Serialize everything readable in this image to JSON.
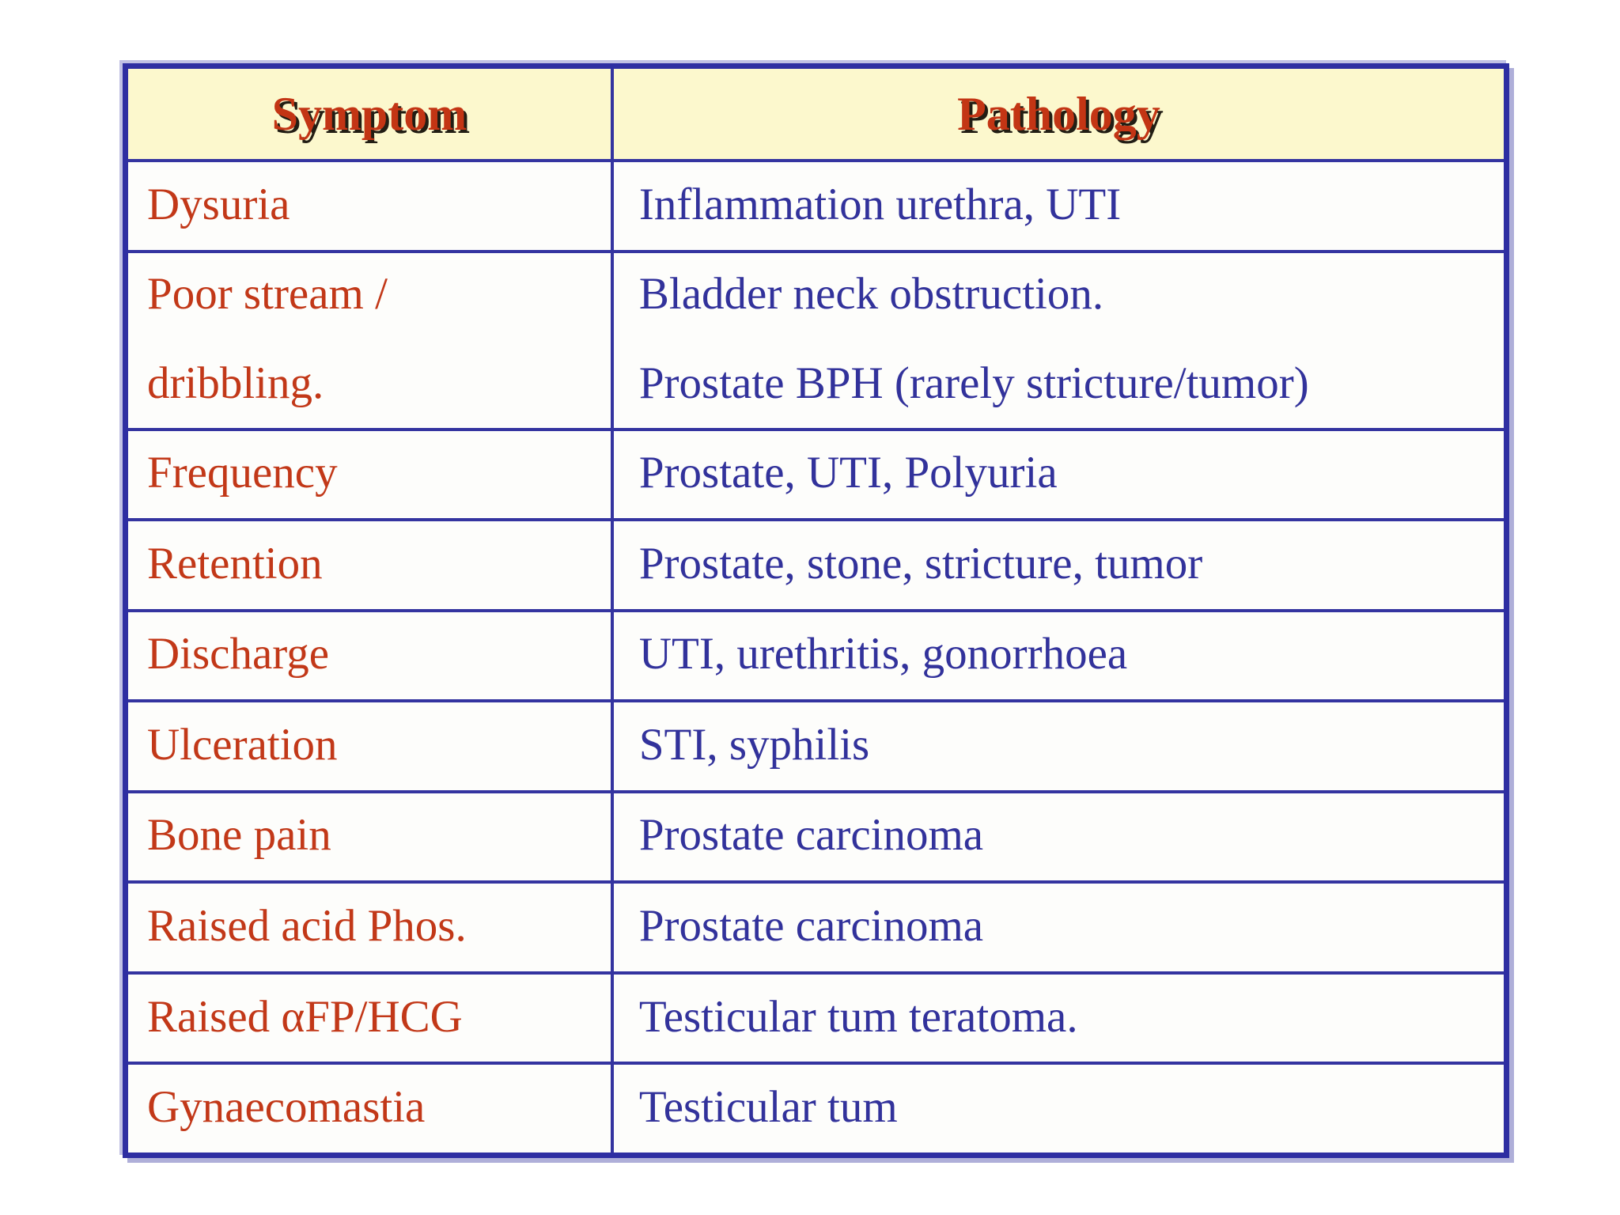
{
  "table": {
    "columns": [
      {
        "label": "Symptom"
      },
      {
        "label": "Pathology"
      }
    ],
    "rows": [
      {
        "tall": false,
        "symptom": [
          "Dysuria"
        ],
        "pathology": [
          "Inflammation urethra, UTI"
        ]
      },
      {
        "tall": true,
        "symptom": [
          "Poor stream /",
          "dribbling."
        ],
        "pathology": [
          "Bladder neck obstruction.",
          "Prostate BPH (rarely stricture/tumor)"
        ]
      },
      {
        "tall": false,
        "symptom": [
          "Frequency"
        ],
        "pathology": [
          "Prostate, UTI, Polyuria"
        ]
      },
      {
        "tall": false,
        "symptom": [
          "Retention"
        ],
        "pathology": [
          "Prostate, stone, stricture, tumor"
        ]
      },
      {
        "tall": false,
        "symptom": [
          "Discharge"
        ],
        "pathology": [
          "UTI, urethritis, gonorrhoea"
        ]
      },
      {
        "tall": false,
        "symptom": [
          "Ulceration"
        ],
        "pathology": [
          "STI, syphilis"
        ]
      },
      {
        "tall": false,
        "symptom": [
          "Bone pain"
        ],
        "pathology": [
          "Prostate carcinoma"
        ]
      },
      {
        "tall": false,
        "symptom": [
          "Raised acid Phos."
        ],
        "pathology": [
          "Prostate carcinoma"
        ]
      },
      {
        "tall": false,
        "symptom": [
          "Raised αFP/HCG"
        ],
        "pathology": [
          "Testicular tum teratoma."
        ]
      },
      {
        "tall": false,
        "symptom": [
          "Gynaecomastia"
        ],
        "pathology": [
          "Testicular tum"
        ]
      }
    ],
    "colors": {
      "border": "#2e2ea2",
      "inner_border": "#3434a0",
      "header_bg": "#fcf8cd",
      "symptom_text": "#c23818",
      "pathology_text": "#32329b",
      "header_text": "#c33514",
      "page_bg": "#ffffff"
    }
  }
}
